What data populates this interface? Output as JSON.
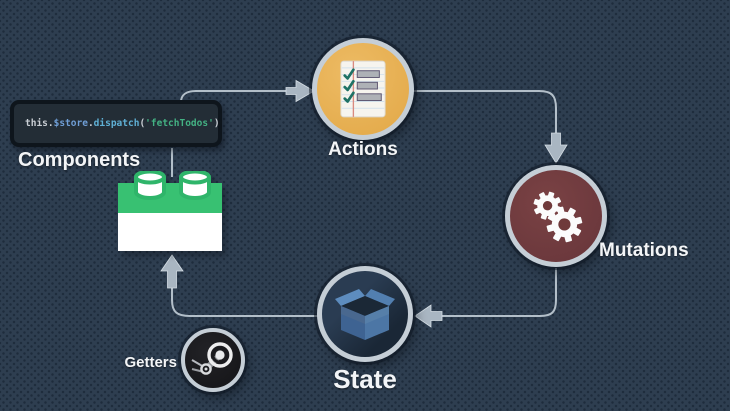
{
  "code_snippet": {
    "full_text": "this.$store.dispatch('fetchTodos')",
    "tokens": [
      {
        "text": "this.",
        "role": "plain"
      },
      {
        "text": "$store",
        "role": "variable"
      },
      {
        "text": ".",
        "role": "plain"
      },
      {
        "text": "dispatch",
        "role": "function"
      },
      {
        "text": "(",
        "role": "plain"
      },
      {
        "text": "'fetchTodos'",
        "role": "string"
      },
      {
        "text": ")",
        "role": "plain"
      }
    ]
  },
  "nodes": {
    "components": {
      "label": "Components",
      "icon": "lego-brick-icon",
      "accent": "#38c172"
    },
    "actions": {
      "label": "Actions",
      "icon": "checklist-icon",
      "fill": "#e6ae52"
    },
    "mutations": {
      "label": "Mutations",
      "icon": "gears-icon",
      "fill": "#6f3a3b"
    },
    "state": {
      "label": "State",
      "icon": "open-box-icon",
      "fill": "#22334a"
    },
    "getters": {
      "label": "Getters",
      "icon": "steam-icon",
      "fill": "#17181b"
    }
  },
  "edges": [
    {
      "from": "components",
      "to": "actions"
    },
    {
      "from": "actions",
      "to": "mutations"
    },
    {
      "from": "mutations",
      "to": "state"
    },
    {
      "from": "state",
      "to": "components"
    }
  ],
  "colors": {
    "background": "#2e3e50",
    "connector": "#b3bfc9",
    "ring": "#c5ced6",
    "code_background": "#232d36",
    "code_border": "#0e151c",
    "code_plain": "#c9ced4",
    "code_variable": "#6f9ed6",
    "code_function": "#5fb0d5",
    "code_string": "#43b183",
    "label_text": "#f3f5f7"
  }
}
